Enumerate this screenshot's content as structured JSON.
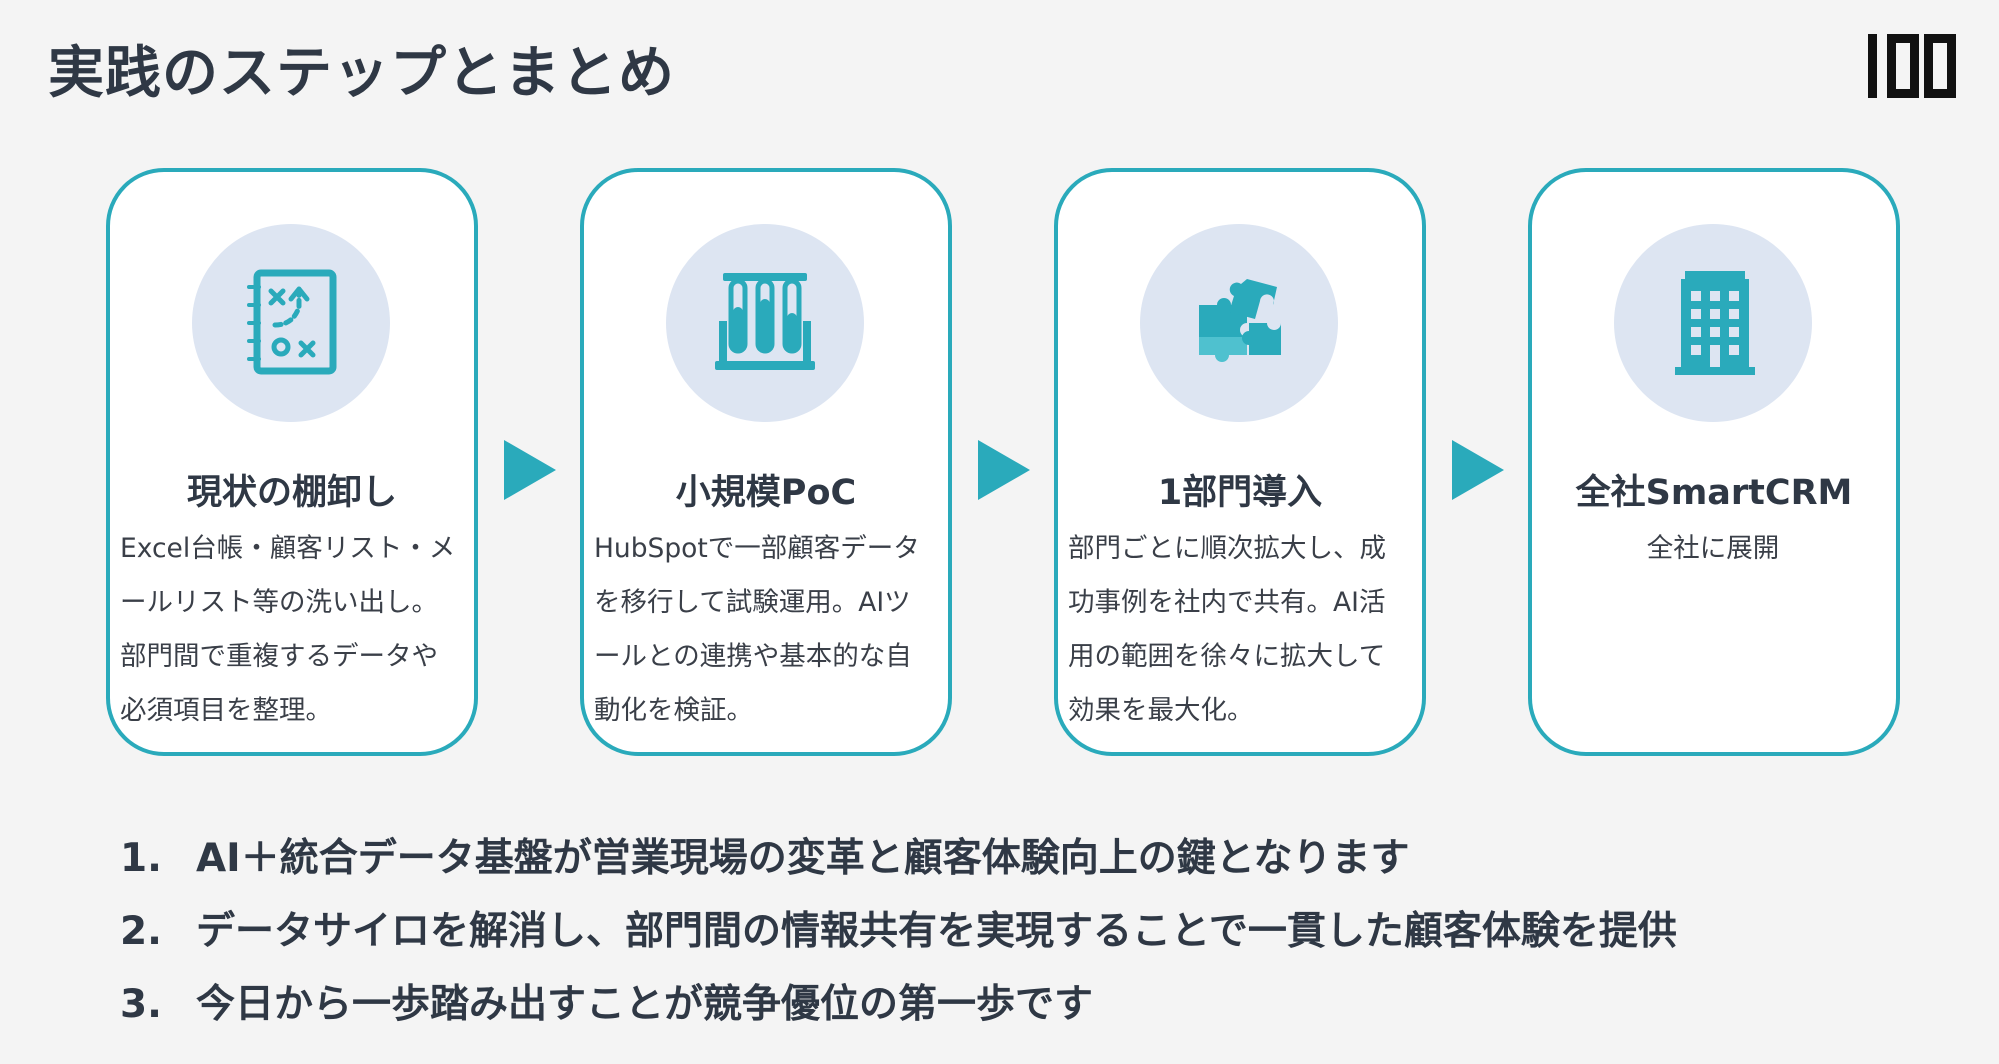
{
  "page": {
    "title": "実践のステップとまとめ"
  },
  "colors": {
    "accent": "#2aaabb",
    "icon_bg": "#dde5f2",
    "text_dark": "#2f3845",
    "background": "#f4f4f4"
  },
  "steps": [
    {
      "title": "現状の棚卸し",
      "description": "Excel台帳・顧客リスト・メールリスト等の洗い出し。部門間で重複するデータや必須項目を整理。",
      "icon": "strategy-board-icon"
    },
    {
      "title": "小規模PoC",
      "description": "HubSpotで一部顧客データを移行して試験運用。AIツールとの連携や基本的な自動化を検証。",
      "icon": "test-tubes-icon"
    },
    {
      "title": "1部門導入",
      "description": "部門ごとに順次拡大し、成功事例を社内で共有。AI活用の範囲を徐々に拡大して効果を最大化。",
      "icon": "puzzle-icon"
    },
    {
      "title": "全社SmartCRM",
      "description": "全社に展開",
      "icon": "office-building-icon"
    }
  ],
  "summary": [
    {
      "num": "1.",
      "text": "AI＋統合データ基盤が営業現場の変革と顧客体験向上の鍵となります"
    },
    {
      "num": "2.",
      "text": "データサイロを解消し、部門間の情報共有を実現することで一貫した顧客体験を提供"
    },
    {
      "num": "3.",
      "text": "今日から一歩踏み出すことが競争優位の第一歩です"
    }
  ]
}
